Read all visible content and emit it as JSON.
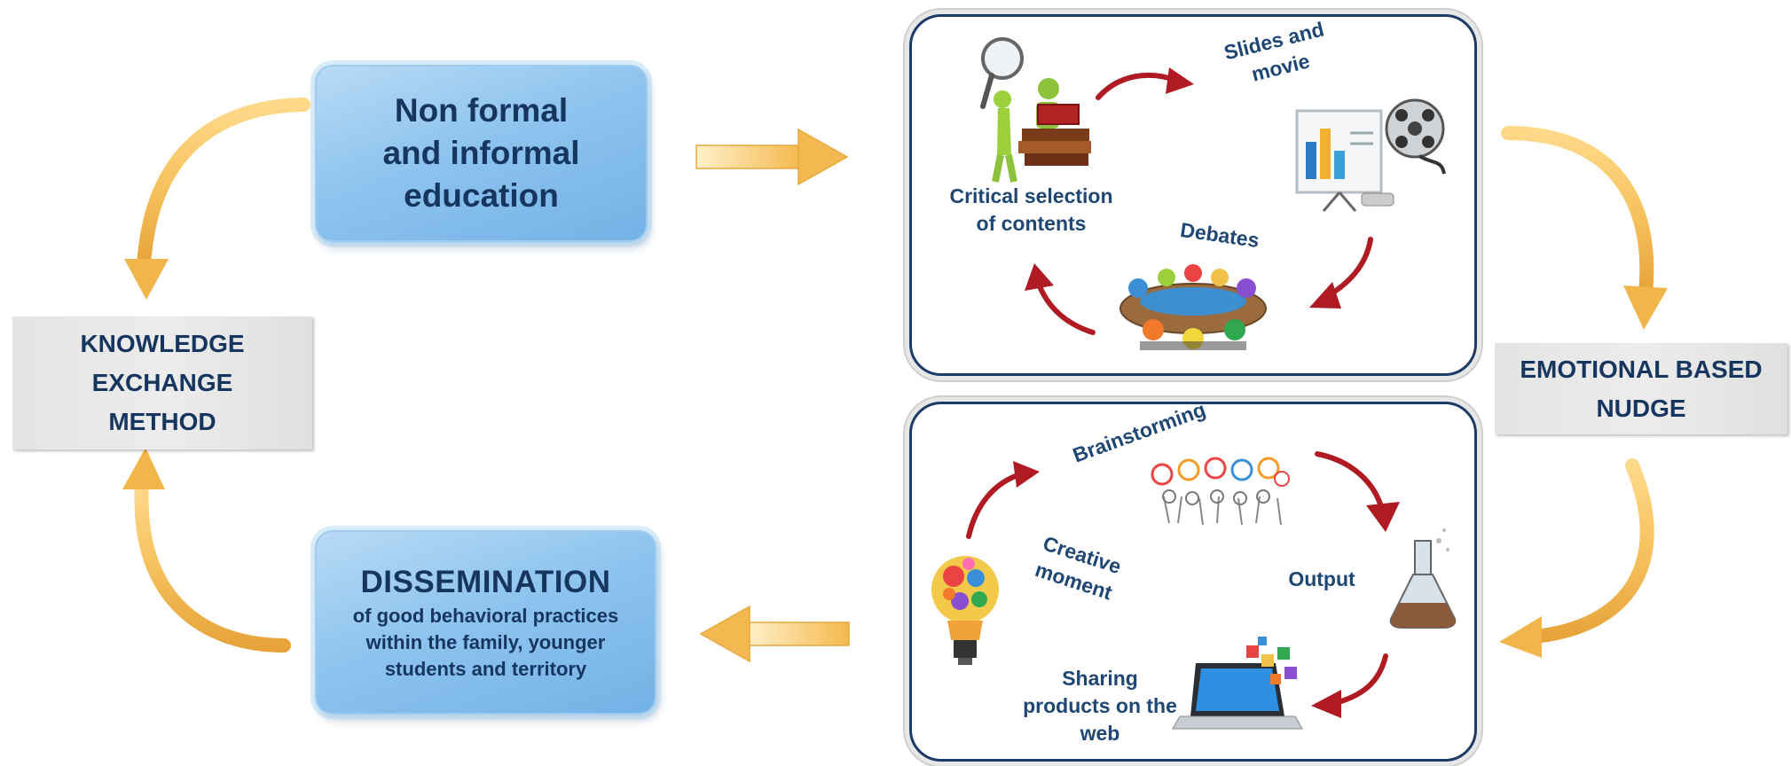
{
  "left_boxes": {
    "nonformal": [
      "Non formal",
      "and informal",
      "education"
    ],
    "dissemination": {
      "title": "DISSEMINATION",
      "lines": [
        "of good behavioral practices",
        "within the family, younger",
        "students and territory"
      ]
    }
  },
  "side_labels": {
    "knowledge": [
      "KNOWLEDGE",
      "EXCHANGE",
      "METHOD"
    ],
    "emotional": [
      "EMOTIONAL BASED",
      "NUDGE"
    ]
  },
  "top_panel": {
    "critical": [
      "Critical selection",
      "of contents"
    ],
    "slides": [
      "Slides and",
      "movie"
    ],
    "debates": "Debates"
  },
  "bottom_panel": {
    "brainstorming": "Brainstorming",
    "creative": [
      "Creative",
      "moment"
    ],
    "output": "Output",
    "sharing": [
      "Sharing",
      "products on the",
      "web"
    ]
  },
  "colors": {
    "navy_text": "#16355f",
    "panel_text": "#1f4774",
    "gold_arrow": "#f2b84b",
    "red_arrow": "#b01a22",
    "blue_box": "#8ec4ee"
  }
}
